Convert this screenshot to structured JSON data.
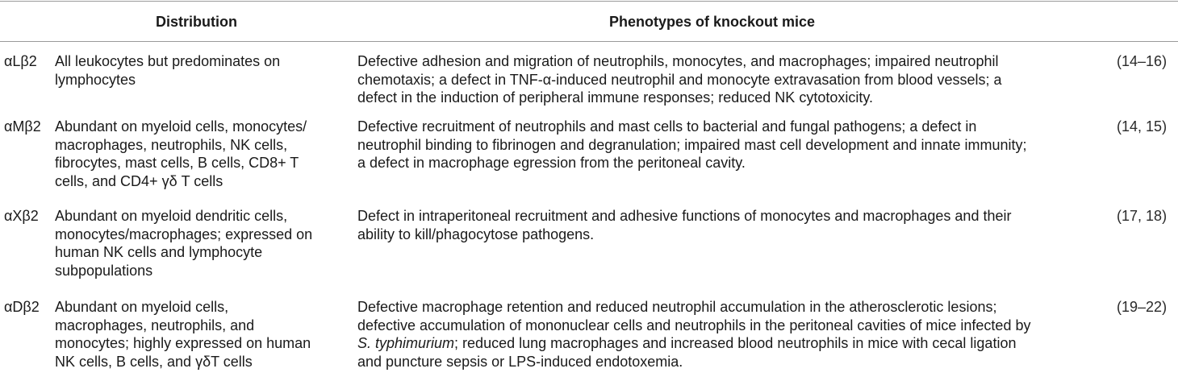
{
  "headers": {
    "distribution": "Distribution",
    "phenotypes": "Phenotypes of knockout mice"
  },
  "rows": [
    {
      "integrin": "αLβ2",
      "distribution": [
        "All leukocytes but predominates on",
        "lymphocytes"
      ],
      "phenotypes": [
        "Defective adhesion and migration of neutrophils, monocytes, and macrophages; impaired neutrophil",
        "chemotaxis; a defect in TNF-α-induced neutrophil and monocyte extravasation from blood vessels; a",
        "defect in the induction of peripheral immune responses; reduced NK cytotoxicity."
      ],
      "refs": {
        "open": "(",
        "a": "14–16",
        "sep": "",
        "b": "",
        "close": ")"
      }
    },
    {
      "integrin": "αMβ2",
      "distribution": [
        "Abundant on myeloid cells, monocytes/",
        "macrophages, neutrophils, NK cells,",
        "fibrocytes, mast cells, B cells, CD8+ T",
        "cells, and CD4+ γδ T cells"
      ],
      "phenotypes": [
        "Defective recruitment of neutrophils and mast cells to bacterial and fungal pathogens; a defect in",
        "neutrophil binding to fibrinogen and degranulation; impaired mast cell development and innate immunity;",
        "a defect in macrophage egression from the peritoneal cavity."
      ],
      "refs": {
        "open": "(",
        "a": "14",
        "sep": ", ",
        "b": "15",
        "close": ")"
      }
    },
    {
      "integrin": "αXβ2",
      "distribution": [
        "Abundant on myeloid dendritic cells,",
        "monocytes/macrophages; expressed on",
        "human NK cells and lymphocyte",
        "subpopulations"
      ],
      "phenotypes": [
        "Defect in intraperitoneal recruitment and adhesive functions of monocytes and macrophages and their",
        "ability to kill/phagocytose pathogens."
      ],
      "refs": {
        "open": "(",
        "a": "17",
        "sep": ", ",
        "b": "18",
        "close": ")"
      }
    },
    {
      "integrin": "αDβ2",
      "distribution": [
        "Abundant on myeloid cells,",
        "macrophages, neutrophils, and",
        "monocytes; highly expressed on human",
        "NK cells, B cells, and γδT cells"
      ],
      "phenotypes_lines": {
        "l1": "Defective macrophage retention and reduced neutrophil accumulation in the atherosclerotic lesions;",
        "l2": "defective accumulation of mononuclear cells and neutrophils in the peritoneal cavities of mice infected by",
        "l3_italic": "S. typhimurium",
        "l3_rest": "; reduced lung macrophages and increased blood neutrophils in mice with cecal ligation",
        "l4": "and puncture sepsis or LPS-induced endotoxemia."
      },
      "refs": {
        "open": "(",
        "a": "19–22",
        "sep": "",
        "b": "",
        "close": ")"
      }
    }
  ]
}
